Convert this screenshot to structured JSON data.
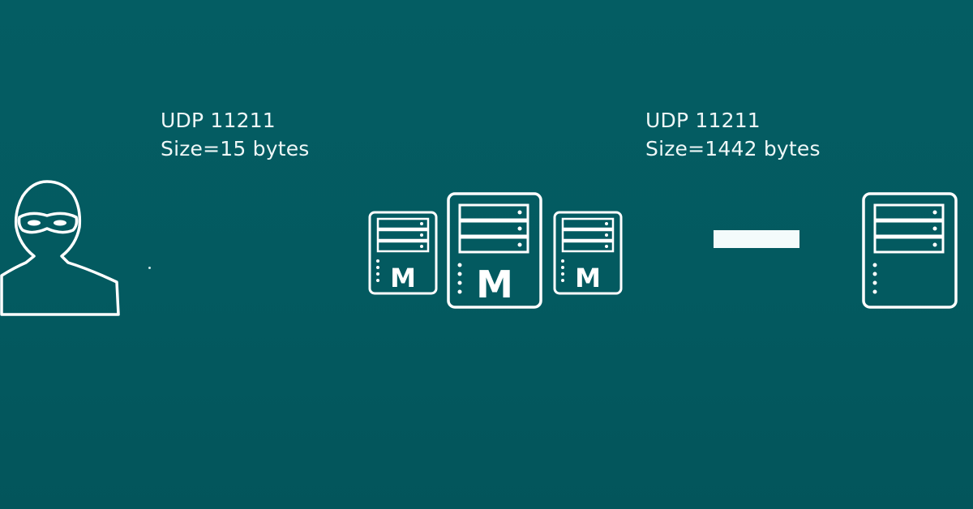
{
  "attack_request": {
    "protocol_line": "UDP 11211",
    "size_line": "Size=15 bytes"
  },
  "amplified_response": {
    "protocol_line": "UDP 11211",
    "size_line": "Size=1442 bytes"
  },
  "server_logo_letter": "M",
  "colors": {
    "background": "#045d63",
    "foreground": "#ffffff"
  },
  "icons": [
    "masked-attacker-icon",
    "memcached-server-icon",
    "victim-server-icon"
  ]
}
